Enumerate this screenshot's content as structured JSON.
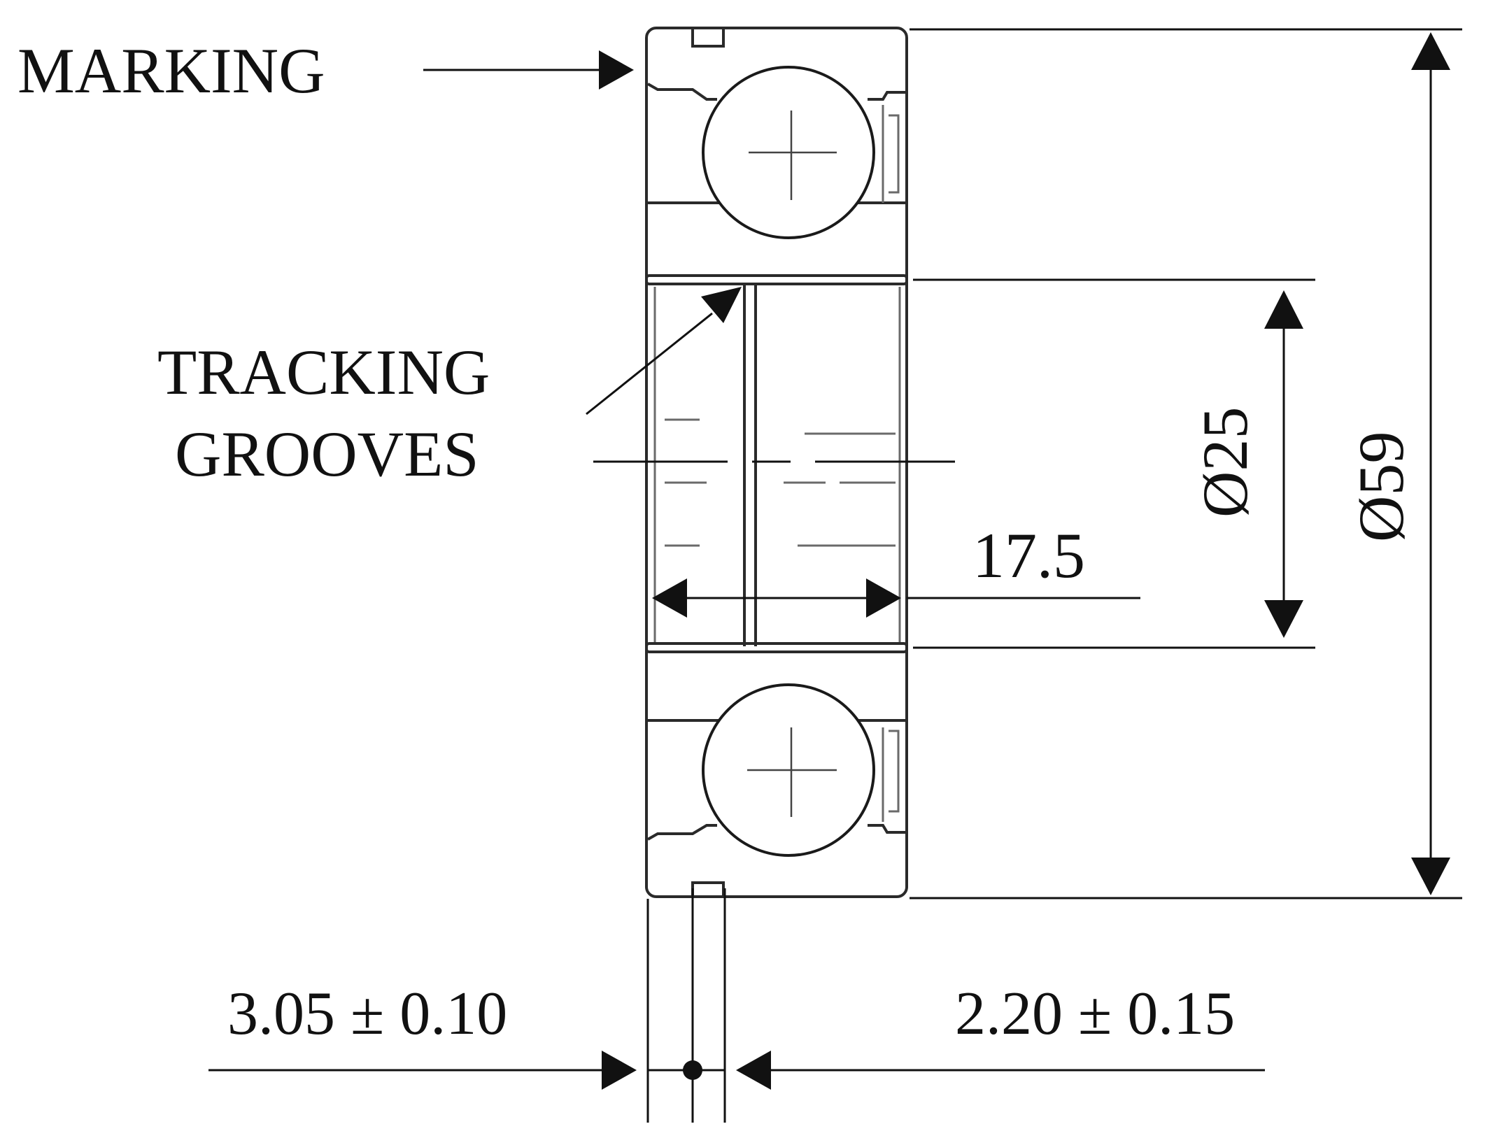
{
  "labels": {
    "marking": "MARKING",
    "tracking_line1": "TRACKING",
    "tracking_line2": "GROOVES",
    "width_dim": "17.5",
    "inner_diameter": "Ø25",
    "outer_diameter": "Ø59",
    "left_groove_dim": "3.05 ± 0.10",
    "right_groove_dim": "2.20 ± 0.15"
  },
  "colors": {
    "line": "#111111",
    "background": "#ffffff"
  }
}
